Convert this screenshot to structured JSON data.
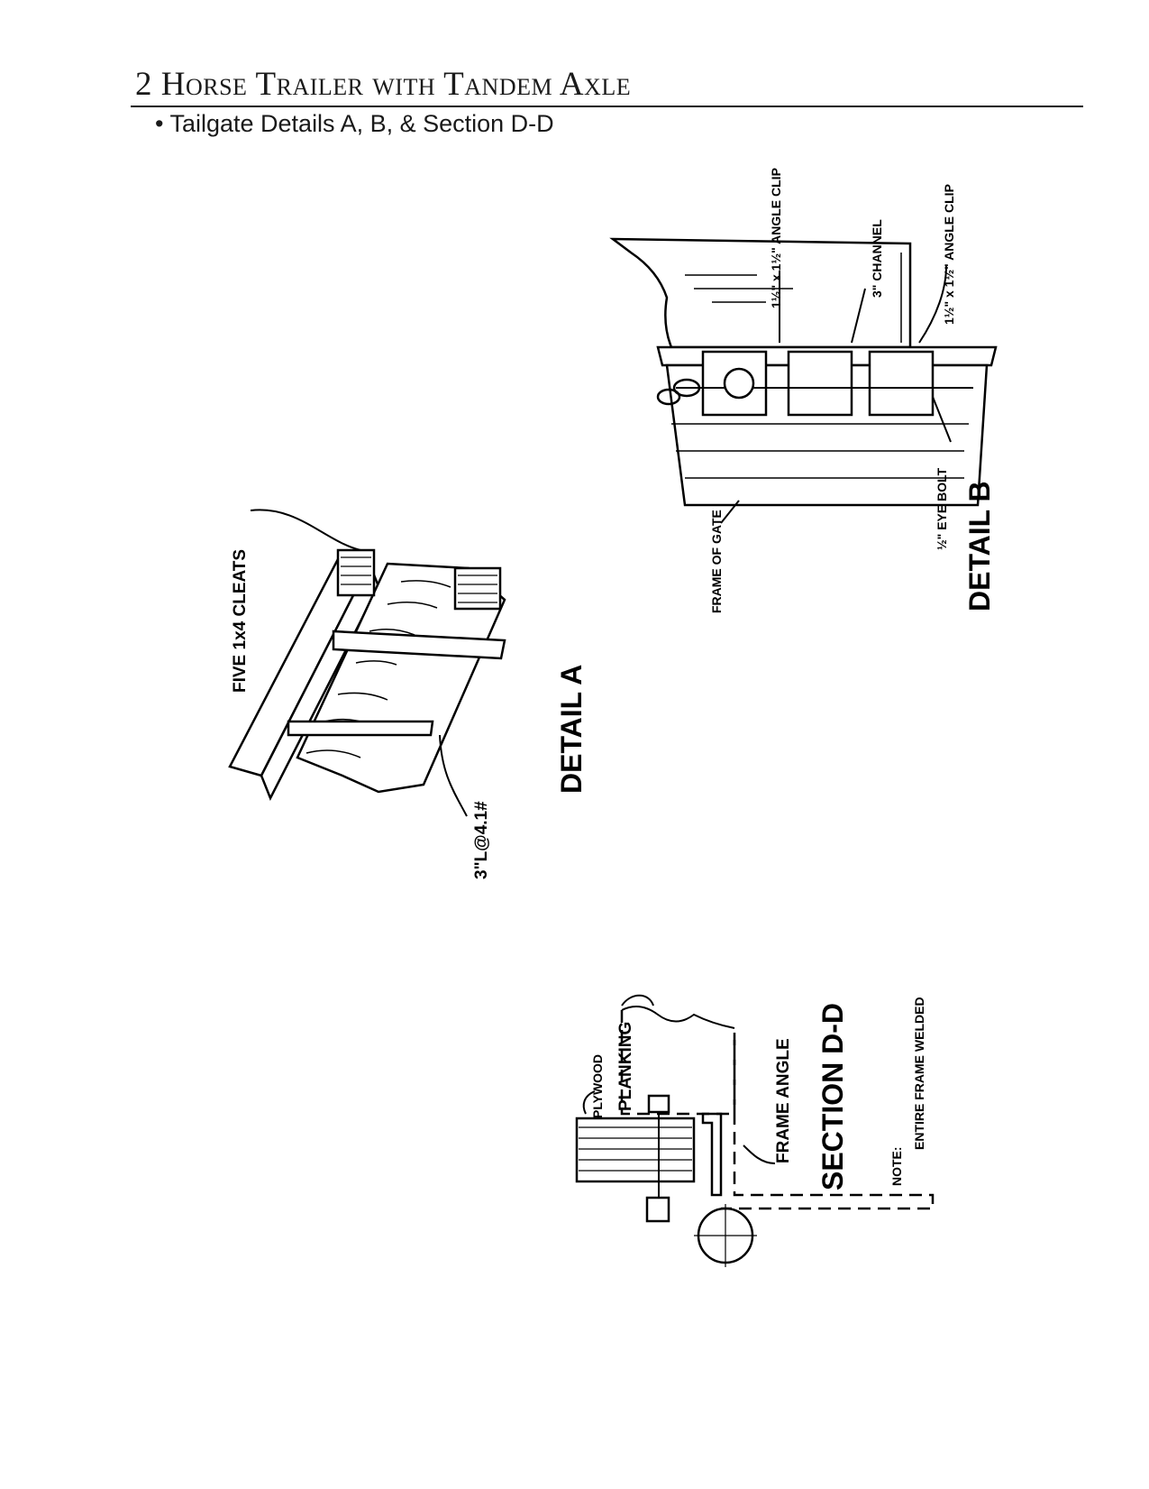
{
  "header": {
    "title": "2 Horse Trailer with Tandem Axle",
    "subtitle": "• Tailgate Details A, B, & Section D-D"
  },
  "detail_a": {
    "caption": "DETAIL A",
    "cleats_label": "FIVE 1x4 CLEATS",
    "angle_label": "3\"L@4.1#"
  },
  "detail_b": {
    "caption": "DETAIL B",
    "angle_clip_top": "1½\" x 1½\" ANGLE CLIP",
    "channel_label": "3\" CHANNEL",
    "angle_clip_bottom": "1½\" x 1½\" ANGLE CLIP",
    "frame_label": "FRAME OF GATE",
    "eye_bolt_label": "½\" EYE BOLT"
  },
  "section_dd": {
    "caption": "SECTION D-D",
    "plywood_label": "PLYWOOD",
    "planking_label": "PLANKING",
    "frame_angle_label": "FRAME ANGLE",
    "note_label": "NOTE:",
    "note_text": "ENTIRE FRAME WELDED"
  }
}
